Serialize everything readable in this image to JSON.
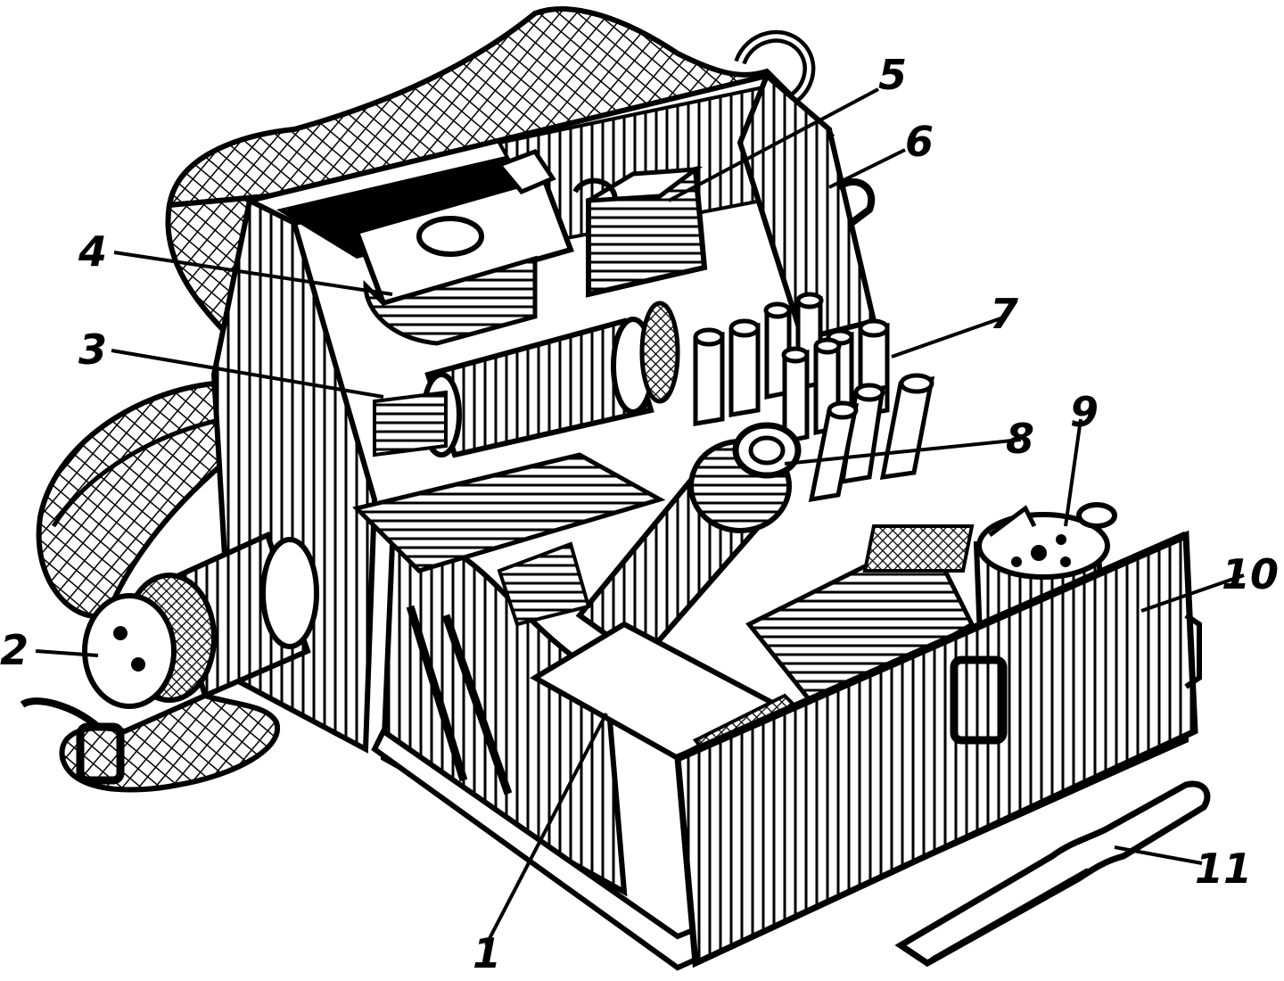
{
  "figure": {
    "labels": [
      {
        "id": "1",
        "text": "1"
      },
      {
        "id": "2",
        "text": "2"
      },
      {
        "id": "3",
        "text": "3"
      },
      {
        "id": "4",
        "text": "4"
      },
      {
        "id": "5",
        "text": "5"
      },
      {
        "id": "6",
        "text": "6"
      },
      {
        "id": "7",
        "text": "7"
      },
      {
        "id": "8",
        "text": "8"
      },
      {
        "id": "9",
        "text": "9"
      },
      {
        "id": "10",
        "text": "10"
      },
      {
        "id": "11",
        "text": "11"
      }
    ],
    "colors": {
      "ink": "#000000",
      "paper": "#ffffff"
    }
  }
}
